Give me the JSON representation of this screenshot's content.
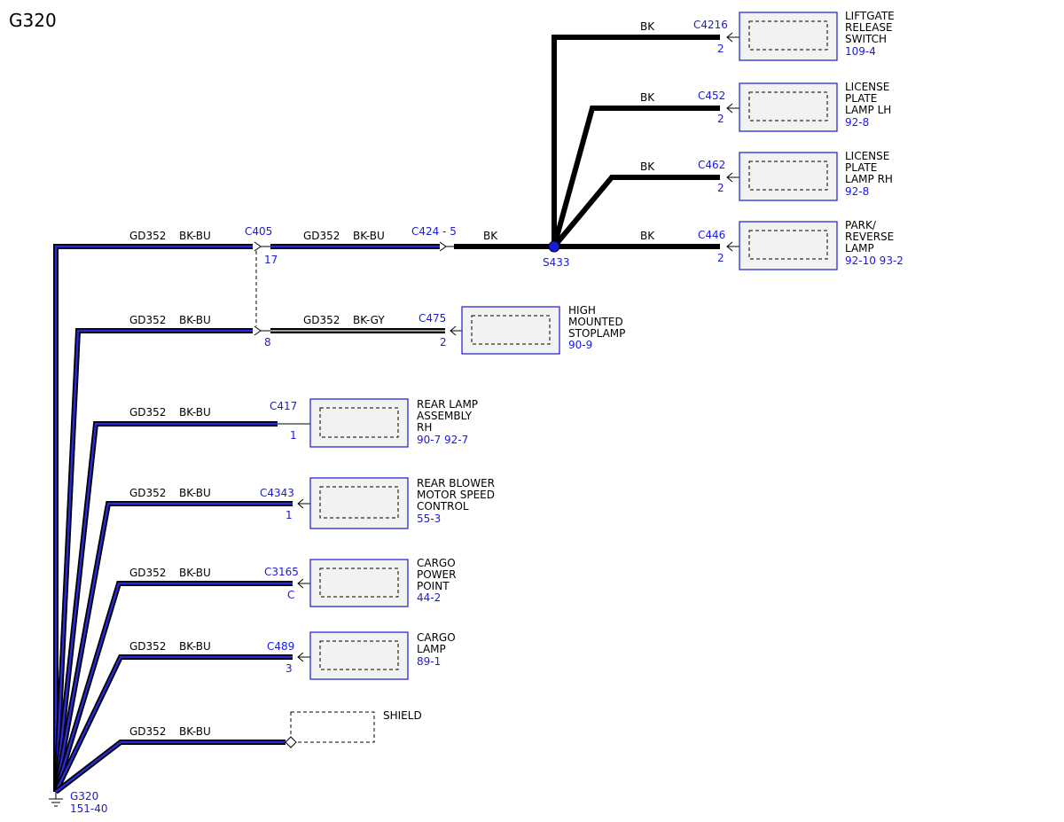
{
  "title": "G320",
  "ground": {
    "name": "G320",
    "ref": "151-40"
  },
  "splice": {
    "name": "S433"
  },
  "upper_wires": {
    "left_circuit": "GD352",
    "left_color": "BK-BU",
    "mid_circuit": "GD352",
    "mid_color": "BK-BU",
    "right_color": "BK",
    "c405": "C405",
    "c405_pin": "17",
    "c424": "C424 - 5",
    "row2_left_circuit": "GD352",
    "row2_left_color": "BK-BU",
    "row2_pin": "8",
    "row2_right_circuit": "GD352",
    "row2_right_color": "BK-GY"
  },
  "right_components": [
    {
      "wire": "BK",
      "connector": "C4216",
      "pin": "2",
      "name": [
        "LIFTGATE",
        "RELEASE",
        "SWITCH"
      ],
      "ref": "109-4"
    },
    {
      "wire": "BK",
      "connector": "C452",
      "pin": "2",
      "name": [
        "LICENSE",
        "PLATE",
        "LAMP LH"
      ],
      "ref": "92-8"
    },
    {
      "wire": "BK",
      "connector": "C462",
      "pin": "2",
      "name": [
        "LICENSE",
        "PLATE",
        "LAMP RH"
      ],
      "ref": "92-8"
    },
    {
      "wire": "BK",
      "connector": "C446",
      "pin": "2",
      "name": [
        "PARK/",
        "REVERSE",
        "LAMP"
      ],
      "ref": "92-10  93-2"
    }
  ],
  "stoplamp": {
    "connector": "C475",
    "pin": "2",
    "name": [
      "HIGH",
      "MOUNTED",
      "STOPLAMP"
    ],
    "ref": "90-9"
  },
  "branches": [
    {
      "circuit": "GD352",
      "color": "BK-BU",
      "connector": "C417",
      "pin": "1",
      "name": [
        "REAR LAMP",
        "ASSEMBLY",
        "RH"
      ],
      "ref": "90-7   92-7"
    },
    {
      "circuit": "GD352",
      "color": "BK-BU",
      "connector": "C4343",
      "pin": "1",
      "name": [
        "REAR BLOWER",
        "MOTOR SPEED",
        "CONTROL"
      ],
      "ref": "55-3"
    },
    {
      "circuit": "GD352",
      "color": "BK-BU",
      "connector": "C3165",
      "pin": "C",
      "name": [
        "CARGO",
        "POWER",
        "POINT"
      ],
      "ref": "44-2"
    },
    {
      "circuit": "GD352",
      "color": "BK-BU",
      "connector": "C489",
      "pin": "3",
      "name": [
        "CARGO",
        "LAMP"
      ],
      "ref": "89-1"
    }
  ],
  "shield": {
    "circuit": "GD352",
    "color": "BK-BU",
    "name": "SHIELD"
  }
}
